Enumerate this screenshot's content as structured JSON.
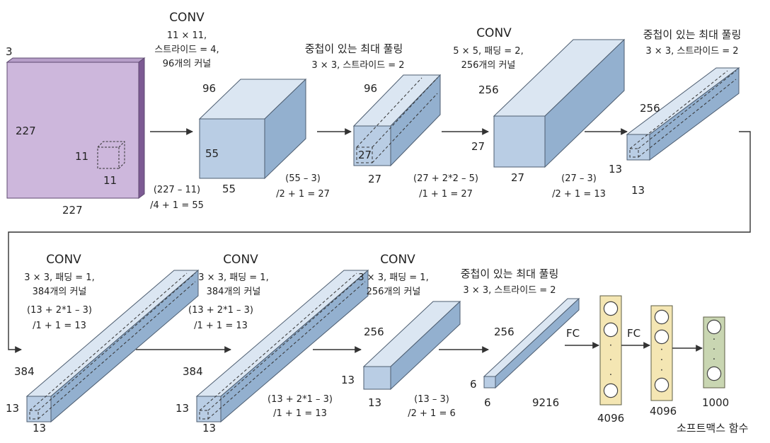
{
  "colors": {
    "input_front": "#cdb7dc",
    "input_side": "#7c5a93",
    "cube_front": "#b9cde4",
    "cube_top": "#dbe6f2",
    "cube_side": "#93b0cf",
    "fc_yellow": "#f4e6b3",
    "fc_green": "#c9d6b2",
    "edge": "#4d5d70"
  },
  "input": {
    "depth": "3",
    "height": "227",
    "width": "227",
    "kernel_h": "11",
    "kernel_w": "11"
  },
  "conv1": {
    "title": "CONV",
    "params": [
      "11 × 11,",
      "스트라이드 = 4,",
      "96개의 커널"
    ],
    "formula": [
      "(227 – 11)",
      "/4 + 1 = 55"
    ],
    "depth": "96",
    "height": "55",
    "width": "55"
  },
  "pool1": {
    "title": "중첩이 있는 최대 풀링",
    "params": "3 × 3, 스트라이드 = 2",
    "formula": [
      "(55 – 3)",
      "/2 + 1 = 27"
    ],
    "depth": "96",
    "height": "27",
    "width": "27"
  },
  "conv2": {
    "title": "CONV",
    "params": [
      "5 × 5, 패딩 = 2,",
      "256개의 커널"
    ],
    "formula": [
      "(27 + 2*2 – 5)",
      "/1 + 1 = 27"
    ],
    "depth": "256",
    "height": "27",
    "width": "27"
  },
  "pool2": {
    "title": "중첩이 있는 최대 풀링",
    "params": "3 × 3, 스트라이드 = 2",
    "formula": [
      "(27 – 3)",
      "/2 + 1 = 13"
    ],
    "depth": "256",
    "height": "13",
    "width": "13"
  },
  "conv3": {
    "title": "CONV",
    "params": [
      "3 × 3, 패딩 = 1,",
      "384개의 커널"
    ],
    "formula": [
      "(13 + 2*1 – 3)",
      "/1 + 1 = 13"
    ],
    "depth": "384",
    "height": "13",
    "width": "13"
  },
  "conv4": {
    "title": "CONV",
    "params": [
      "3 × 3, 패딩 = 1,",
      "384개의 커널"
    ],
    "formula": [
      "(13 + 2*1 – 3)",
      "/1 + 1 = 13"
    ],
    "depth": "384",
    "height": "13",
    "width": "13"
  },
  "conv5": {
    "title": "CONV",
    "params": [
      "3 × 3, 패딩 = 1,",
      "256개의 커널"
    ],
    "formula": [
      "(13 + 2*1 – 3)",
      "/1 + 1 = 13"
    ],
    "depth": "256",
    "height": "13",
    "width": "13"
  },
  "pool3": {
    "title": "중첩이 있는 최대 풀링",
    "params": "3 × 3, 스트라이드 = 2",
    "formula": [
      "(13 – 3)",
      "/2 + 1 = 6"
    ],
    "depth": "256",
    "height": "6",
    "width": "6"
  },
  "flat": "9216",
  "fc_label1": "FC",
  "fc_label2": "FC",
  "fc1": "4096",
  "fc2": "4096",
  "fc3": "1000",
  "softmax": "소프트맥스 함수",
  "dots": "·"
}
